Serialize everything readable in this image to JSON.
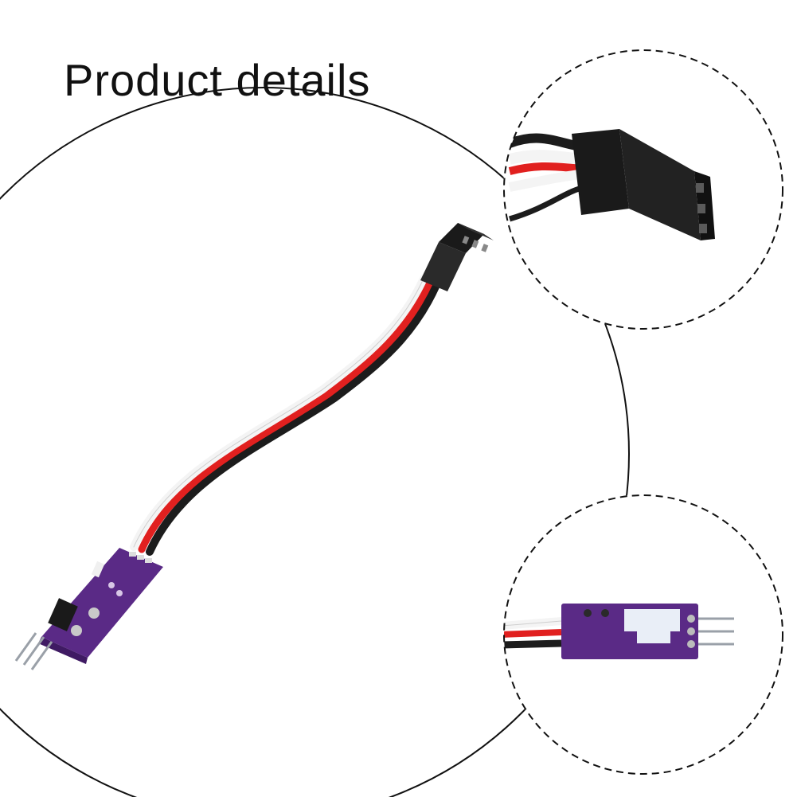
{
  "title": "Product details",
  "colors": {
    "background": "#ffffff",
    "outline": "#111111",
    "pcb": "#5a2a86",
    "pcb_dark": "#3f1a63",
    "wire_white": "#f4f4f4",
    "wire_red": "#e1201f",
    "wire_black": "#1c1c1c",
    "connector": "#1a1a1a",
    "pin": "#9aa0a8"
  },
  "objects": [
    "product-photo-main",
    "zoom-callout-connector",
    "zoom-callout-board"
  ]
}
